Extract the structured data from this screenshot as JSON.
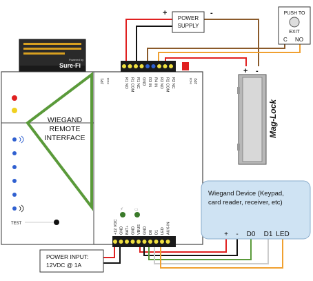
{
  "power_supply": {
    "label_line1": "POWER",
    "label_line2": "SUPPLY",
    "plus": "+",
    "minus": "-"
  },
  "exit_button": {
    "label_top": "PUSH TO",
    "label_exit": "EXIT",
    "term_c": "C",
    "term_no": "NO"
  },
  "mag_lock": {
    "label": "Mag-Lock",
    "plus": "+",
    "minus": "-"
  },
  "module": {
    "brand": "Sure-Fi",
    "powered_by": "Powered by",
    "panel_line1": "WIEGAND",
    "panel_line2": "REMOTE",
    "panel_line3": "INTERFACE",
    "test_label": "TEST",
    "jp1": "JP1",
    "jp2": "JP2",
    "ino_left": "INO3",
    "ino_right": "INO3",
    "top_terminals": [
      "R1 NO",
      "R1 COM",
      "R1 NC",
      "GND",
      "R3 IN",
      "R4 IN",
      "R2 NO",
      "R2 COM",
      "R2 NC"
    ],
    "bottom_terminals": [
      "+12 VDC",
      "GND",
      "BAT+",
      "GND",
      "VBUS",
      "GND",
      "D0",
      "D1",
      "LED",
      "AUX-IN"
    ]
  },
  "wiegand_device": {
    "title_line1": "Wiegand Device (Keypad,",
    "title_line2": "card reader, receiver, etc)",
    "terminals": [
      "+",
      "-",
      "D0",
      "D1",
      "LED"
    ]
  },
  "power_input": {
    "line1": "POWER INPUT:",
    "line2": "12VDC @ 1A"
  },
  "colors": {
    "green": "#5a9a3a",
    "red": "#e02020",
    "orange": "#f0a030",
    "brown": "#8a5a2a",
    "blue_panel": "#cfe3f3"
  }
}
